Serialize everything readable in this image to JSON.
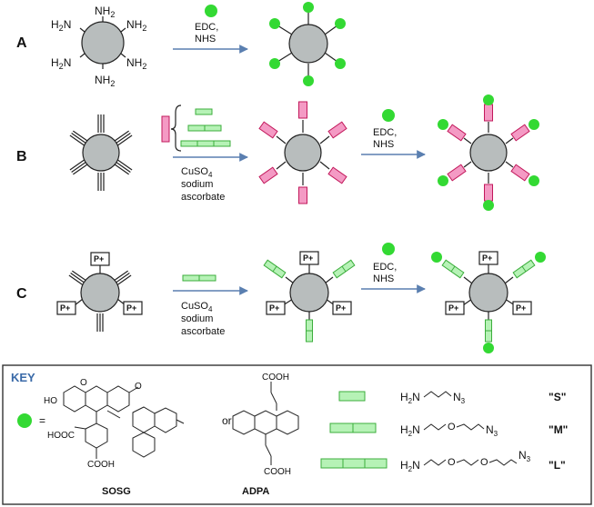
{
  "rows": {
    "a": {
      "label": "A"
    },
    "b": {
      "label": "B"
    },
    "c": {
      "label": "C"
    }
  },
  "amine": {
    "nh2": "NH",
    "h2n": "H",
    "sub": "2",
    "n_suffix": "N"
  },
  "reagents": {
    "edc": "EDC,",
    "nhs": "NHS",
    "cuso4_main": "CuSO",
    "cuso4_sub": "4",
    "sodium": "sodium",
    "ascorbate": "ascorbate"
  },
  "pos_charge": "P+",
  "key": {
    "title": "KEY",
    "equals": "=",
    "or": "or",
    "sosg_label": "SOSG",
    "adpa_label": "ADPA",
    "atoms": {
      "ho": "HO",
      "o": "O",
      "hooc": "HOOC",
      "cooh": "COOH"
    },
    "linkers": [
      {
        "code": "\"S\"",
        "h2n": "H",
        "n3": "N",
        "sub2": "2",
        "sub3": "3"
      },
      {
        "code": "\"M\"",
        "h2n": "H",
        "n3": "N",
        "sub2": "2",
        "sub3": "3",
        "o": "O"
      },
      {
        "code": "\"L\"",
        "h2n": "H",
        "n3": "N",
        "sub2": "2",
        "sub3": "3",
        "o": "O"
      }
    ]
  },
  "colors": {
    "core": "#b8bdbd",
    "dye": "#33d933",
    "pink": "#f49ac4",
    "pink_edge": "#c2185b",
    "green": "#b6f2b6",
    "green_edge": "#3cae3c",
    "arrow": "#5a7fb0",
    "key_title": "#3a6aa8"
  }
}
